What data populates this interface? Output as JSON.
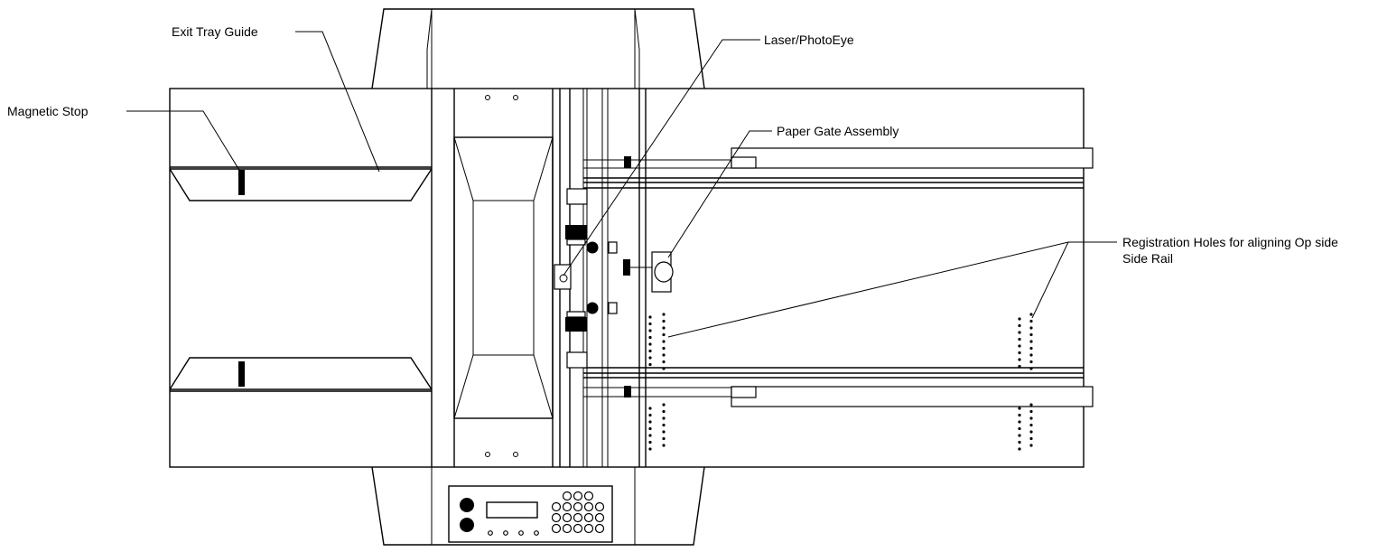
{
  "diagram": {
    "labels": {
      "exit_tray_guide": "Exit Tray Guide",
      "magnetic_stop": "Magnetic Stop",
      "laser_photoeye": "Laser/PhotoEye",
      "paper_gate_assembly": "Paper Gate Assembly",
      "registration_holes_line1": "Registration Holes for aligning Op side",
      "registration_holes_line2": "Side Rail"
    }
  }
}
